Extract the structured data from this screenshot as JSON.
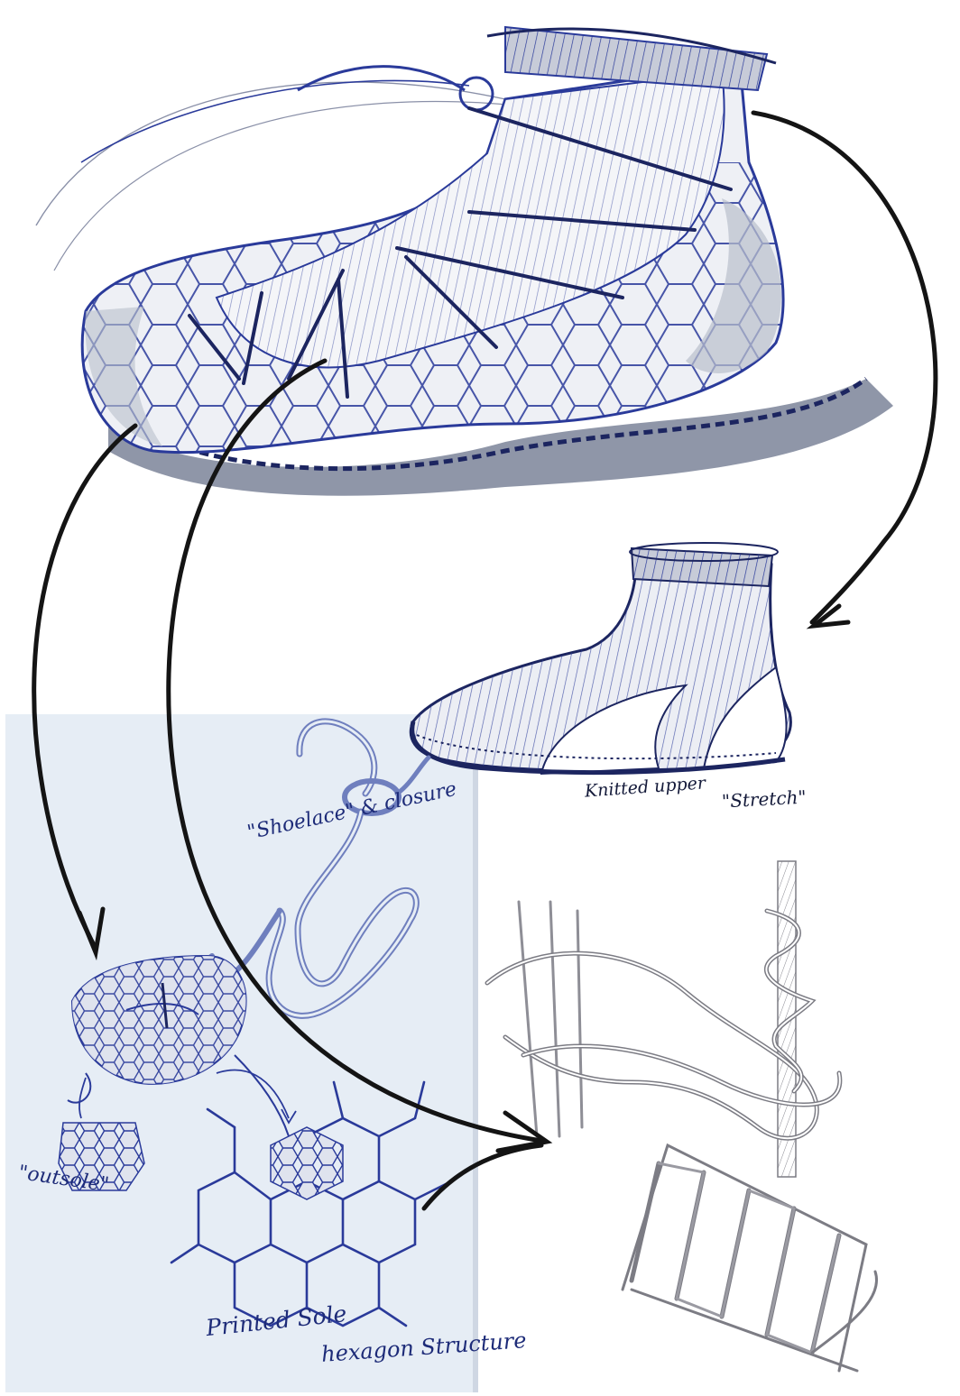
{
  "annotations": {
    "knitted_upper": "Knitted upper",
    "stretch": "\"Stretch\"",
    "shoelace_closure": "\"Shoelace\" & closure",
    "outsole": "\"outsole\"",
    "printed_sole": "Printed Sole",
    "hexagon_structure": "hexagon Structure"
  },
  "colors": {
    "ink_blue": "#2a3a9a",
    "ink_dark": "#141414",
    "marker_grey": "#b9bfcc",
    "paper_blue": "#e6edf5",
    "graphite": "#7c7c84"
  }
}
